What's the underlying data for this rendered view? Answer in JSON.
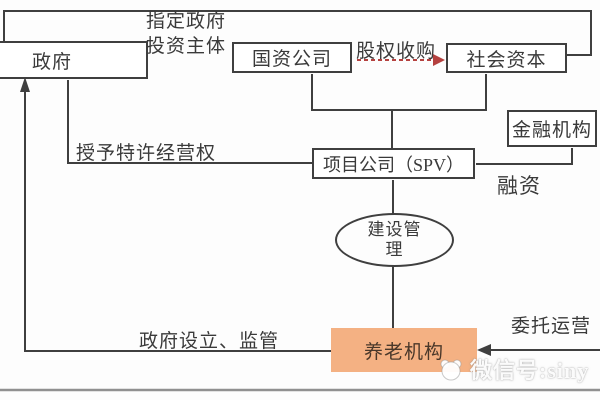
{
  "diagram": {
    "nodes": {
      "government": "政府",
      "state_owned_company": "国资公司",
      "social_capital": "社会资本",
      "financial_institution": "金融机构",
      "project_company_spv": "项目公司（SPV）",
      "construction_management_line1": "建设管",
      "construction_management_line2": "理",
      "elderly_care_institution": "养老机构"
    },
    "labels": {
      "designate_line1": "指定政府",
      "designate_line2": "投资主体",
      "equity_acquisition": "股权收购",
      "grant_franchise": "授予特许经营权",
      "financing": "融资",
      "govt_establish_supervise": "政府设立、监管",
      "entrusted_operation": "委托运营"
    },
    "colors": {
      "line": "#3f3f3f",
      "red_dashed_arrow": "#b5413f",
      "elderly_fill": "#f4b183",
      "bottom_rule": "#909090"
    }
  },
  "watermark": {
    "text": "微信号:siny"
  }
}
